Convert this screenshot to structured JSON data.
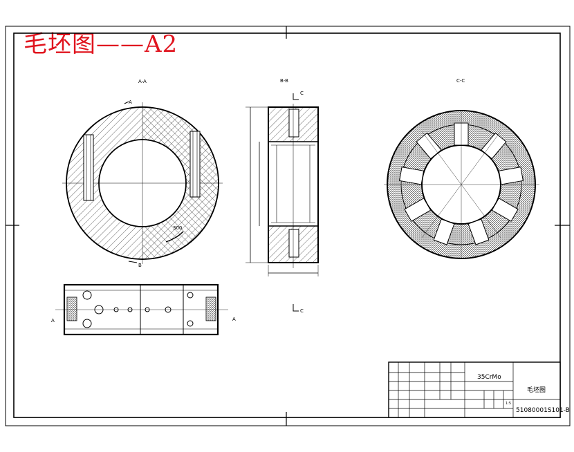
{
  "sheet_title": "毛坯图——A2",
  "colors": {
    "title": "#e0141e",
    "line": "#000000"
  },
  "views": {
    "aa_label": "A-A",
    "bb_label": "B-B",
    "cc_label": "C-C",
    "aa_marker": "A",
    "cut_c_marker": "C",
    "cut_b_marker": "B",
    "dim_label": "300"
  },
  "title_block": {
    "material": "35CrMo",
    "drawing_name": "毛坯图",
    "drawing_number": "51080001S101-B",
    "scale": "1:5"
  }
}
